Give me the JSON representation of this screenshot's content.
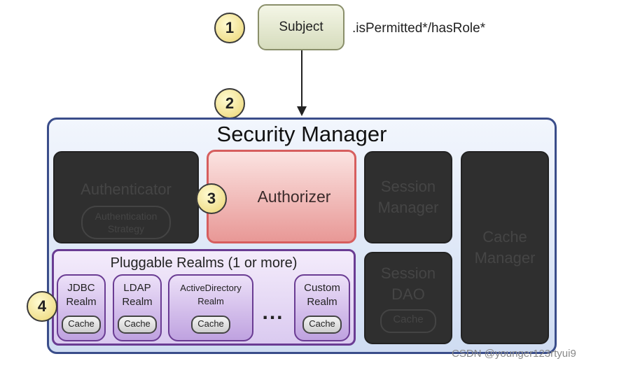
{
  "subject": {
    "label": "Subject",
    "methods": ".isPermitted*/hasRole*"
  },
  "steps": [
    "1",
    "2",
    "3",
    "4"
  ],
  "security_manager": {
    "title": "Security Manager",
    "authenticator": {
      "label": "Authenticator",
      "strategy": "Authentication Strategy"
    },
    "authorizer": {
      "label": "Authorizer"
    },
    "session_manager": {
      "label": "Session Manager"
    },
    "session_dao": {
      "label": "Session DAO",
      "cache": "Cache"
    },
    "cache_manager": {
      "label": "Cache Manager"
    }
  },
  "realms": {
    "title": "Pluggable Realms (1 or more)",
    "items": [
      {
        "label": "JDBC Realm",
        "cache": "Cache"
      },
      {
        "label": "LDAP Realm",
        "cache": "Cache"
      },
      {
        "label": "ActiveDirectory Realm",
        "cache": "Cache"
      },
      {
        "label": "Custom Realm",
        "cache": "Cache"
      }
    ],
    "ellipsis": "..."
  },
  "watermark": "CSDN @younger123rtyui9",
  "colors": {
    "subject_fill": "#d6dcbd",
    "security_manager_border": "#3a4d8a",
    "authorizer_fill": "#e89896",
    "realms_border": "#6a3c93",
    "dimmed_box": "#2f2f2f",
    "step_circle": "#f1e08f"
  }
}
